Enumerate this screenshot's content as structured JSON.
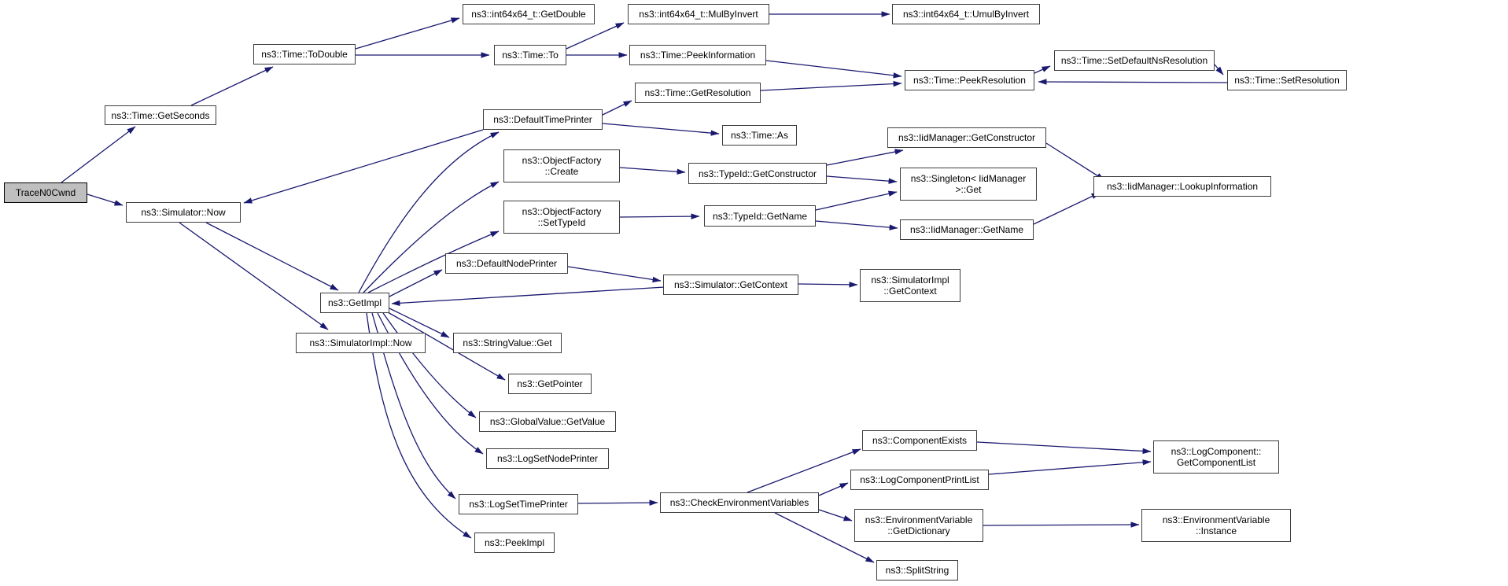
{
  "diagram": {
    "type": "call-graph",
    "root": "TraceN0Cwnd",
    "colors": {
      "edge": "#191970",
      "node_border": "#3d3d3d",
      "node_background": "#ffffff",
      "root_background": "#bfbfbf",
      "text": "#000000"
    }
  },
  "nodes": [
    {
      "id": "trace",
      "label": "TraceN0Cwnd"
    },
    {
      "id": "getseconds",
      "label": "ns3::Time::GetSeconds"
    },
    {
      "id": "todouble",
      "label": "ns3::Time::ToDouble"
    },
    {
      "id": "getdouble",
      "label": "ns3::int64x64_t::GetDouble"
    },
    {
      "id": "mulbyinvert",
      "label": "ns3::int64x64_t::MulByInvert"
    },
    {
      "id": "umulbyinvert",
      "label": "ns3::int64x64_t::UmulByInvert"
    },
    {
      "id": "time_to",
      "label": "ns3::Time::To"
    },
    {
      "id": "peekinformation",
      "label": "ns3::Time::PeekInformation"
    },
    {
      "id": "peekresolution",
      "label": "ns3::Time::PeekResolution"
    },
    {
      "id": "setdefaultnsresolution",
      "label": "ns3::Time::SetDefaultNsResolution"
    },
    {
      "id": "setresolution",
      "label": "ns3::Time::SetResolution"
    },
    {
      "id": "getresolution",
      "label": "ns3::Time::GetResolution"
    },
    {
      "id": "defaulttimeprinter",
      "label": "ns3::DefaultTimePrinter"
    },
    {
      "id": "time_as",
      "label": "ns3::Time::As"
    },
    {
      "id": "objectfactory_create",
      "label": "ns3::ObjectFactory\n::Create"
    },
    {
      "id": "objectfactory_settypeid",
      "label": "ns3::ObjectFactory\n::SetTypeId"
    },
    {
      "id": "typeid_getconstructor",
      "label": "ns3::TypeId::GetConstructor"
    },
    {
      "id": "typeid_getname",
      "label": "ns3::TypeId::GetName"
    },
    {
      "id": "iidmanager_getconstructor",
      "label": "ns3::IidManager::GetConstructor"
    },
    {
      "id": "singleton_get",
      "label": "ns3::Singleton< IidManager\n>::Get"
    },
    {
      "id": "iidmanager_getname",
      "label": "ns3::IidManager::GetName"
    },
    {
      "id": "iidmanager_lookupinformation",
      "label": "ns3::IidManager::LookupInformation"
    },
    {
      "id": "defaultnodeprinter",
      "label": "ns3::DefaultNodePrinter"
    },
    {
      "id": "simulator_getcontext",
      "label": "ns3::Simulator::GetContext"
    },
    {
      "id": "simulatorimpl_getcontext",
      "label": "ns3::SimulatorImpl\n::GetContext"
    },
    {
      "id": "getimpl",
      "label": "ns3::GetImpl"
    },
    {
      "id": "simulator_now",
      "label": "ns3::Simulator::Now"
    },
    {
      "id": "simulatorimpl_now",
      "label": "ns3::SimulatorImpl::Now"
    },
    {
      "id": "stringvalue_get",
      "label": "ns3::StringValue::Get"
    },
    {
      "id": "getpointer",
      "label": "ns3::GetPointer"
    },
    {
      "id": "globalvalue_getvalue",
      "label": "ns3::GlobalValue::GetValue"
    },
    {
      "id": "logsetnodeprinter",
      "label": "ns3::LogSetNodePrinter"
    },
    {
      "id": "logsettimeprinter",
      "label": "ns3::LogSetTimePrinter"
    },
    {
      "id": "peekimpl",
      "label": "ns3::PeekImpl"
    },
    {
      "id": "checkenvironmentvariables",
      "label": "ns3::CheckEnvironmentVariables"
    },
    {
      "id": "componentexists",
      "label": "ns3::ComponentExists"
    },
    {
      "id": "logcomponentprintlist",
      "label": "ns3::LogComponentPrintList"
    },
    {
      "id": "environmentvariable_getdictionary",
      "label": "ns3::EnvironmentVariable\n::GetDictionary"
    },
    {
      "id": "splitstring",
      "label": "ns3::SplitString"
    },
    {
      "id": "logcomponent_getcomponentlist",
      "label": "ns3::LogComponent::\nGetComponentList"
    },
    {
      "id": "environmentvariable_instance",
      "label": "ns3::EnvironmentVariable\n::Instance"
    }
  ],
  "edges": [
    {
      "from": "TraceN0Cwnd",
      "to": "ns3::Time::GetSeconds"
    },
    {
      "from": "TraceN0Cwnd",
      "to": "ns3::Simulator::Now"
    },
    {
      "from": "ns3::Time::GetSeconds",
      "to": "ns3::Time::ToDouble"
    },
    {
      "from": "ns3::Time::ToDouble",
      "to": "ns3::int64x64_t::GetDouble"
    },
    {
      "from": "ns3::Time::ToDouble",
      "to": "ns3::Time::To"
    },
    {
      "from": "ns3::Time::To",
      "to": "ns3::int64x64_t::MulByInvert"
    },
    {
      "from": "ns3::Time::To",
      "to": "ns3::Time::PeekInformation"
    },
    {
      "from": "ns3::int64x64_t::MulByInvert",
      "to": "ns3::int64x64_t::UmulByInvert"
    },
    {
      "from": "ns3::Time::PeekInformation",
      "to": "ns3::Time::PeekResolution"
    },
    {
      "from": "ns3::Time::GetResolution",
      "to": "ns3::Time::PeekResolution"
    },
    {
      "from": "ns3::Time::PeekResolution",
      "to": "ns3::Time::SetDefaultNsResolution"
    },
    {
      "from": "ns3::Time::SetDefaultNsResolution",
      "to": "ns3::Time::SetResolution"
    },
    {
      "from": "ns3::Time::SetResolution",
      "to": "ns3::Time::PeekResolution"
    },
    {
      "from": "ns3::DefaultTimePrinter",
      "to": "ns3::Time::GetResolution"
    },
    {
      "from": "ns3::DefaultTimePrinter",
      "to": "ns3::Time::As"
    },
    {
      "from": "ns3::DefaultTimePrinter",
      "to": "ns3::Simulator::Now"
    },
    {
      "from": "ns3::Simulator::Now",
      "to": "ns3::GetImpl"
    },
    {
      "from": "ns3::Simulator::Now",
      "to": "ns3::SimulatorImpl::Now"
    },
    {
      "from": "ns3::GetImpl",
      "to": "ns3::DefaultTimePrinter"
    },
    {
      "from": "ns3::GetImpl",
      "to": "ns3::ObjectFactory::Create"
    },
    {
      "from": "ns3::GetImpl",
      "to": "ns3::ObjectFactory::SetTypeId"
    },
    {
      "from": "ns3::GetImpl",
      "to": "ns3::DefaultNodePrinter"
    },
    {
      "from": "ns3::GetImpl",
      "to": "ns3::StringValue::Get"
    },
    {
      "from": "ns3::GetImpl",
      "to": "ns3::GetPointer"
    },
    {
      "from": "ns3::GetImpl",
      "to": "ns3::GlobalValue::GetValue"
    },
    {
      "from": "ns3::GetImpl",
      "to": "ns3::LogSetNodePrinter"
    },
    {
      "from": "ns3::GetImpl",
      "to": "ns3::LogSetTimePrinter"
    },
    {
      "from": "ns3::GetImpl",
      "to": "ns3::PeekImpl"
    },
    {
      "from": "ns3::ObjectFactory::Create",
      "to": "ns3::TypeId::GetConstructor"
    },
    {
      "from": "ns3::TypeId::GetConstructor",
      "to": "ns3::IidManager::GetConstructor"
    },
    {
      "from": "ns3::TypeId::GetConstructor",
      "to": "ns3::Singleton< IidManager >::Get"
    },
    {
      "from": "ns3::IidManager::GetConstructor",
      "to": "ns3::IidManager::LookupInformation"
    },
    {
      "from": "ns3::ObjectFactory::SetTypeId",
      "to": "ns3::TypeId::GetName"
    },
    {
      "from": "ns3::TypeId::GetName",
      "to": "ns3::Singleton< IidManager >::Get"
    },
    {
      "from": "ns3::TypeId::GetName",
      "to": "ns3::IidManager::GetName"
    },
    {
      "from": "ns3::IidManager::GetName",
      "to": "ns3::IidManager::LookupInformation"
    },
    {
      "from": "ns3::DefaultNodePrinter",
      "to": "ns3::Simulator::GetContext"
    },
    {
      "from": "ns3::Simulator::GetContext",
      "to": "ns3::GetImpl"
    },
    {
      "from": "ns3::Simulator::GetContext",
      "to": "ns3::SimulatorImpl::GetContext"
    },
    {
      "from": "ns3::LogSetTimePrinter",
      "to": "ns3::CheckEnvironmentVariables"
    },
    {
      "from": "ns3::CheckEnvironmentVariables",
      "to": "ns3::ComponentExists"
    },
    {
      "from": "ns3::CheckEnvironmentVariables",
      "to": "ns3::LogComponentPrintList"
    },
    {
      "from": "ns3::CheckEnvironmentVariables",
      "to": "ns3::EnvironmentVariable::GetDictionary"
    },
    {
      "from": "ns3::CheckEnvironmentVariables",
      "to": "ns3::SplitString"
    },
    {
      "from": "ns3::ComponentExists",
      "to": "ns3::LogComponent::GetComponentList"
    },
    {
      "from": "ns3::LogComponentPrintList",
      "to": "ns3::LogComponent::GetComponentList"
    },
    {
      "from": "ns3::EnvironmentVariable::GetDictionary",
      "to": "ns3::EnvironmentVariable::Instance"
    },
    {
      "from": "ns3::EnvironmentVariable::GetDictionary",
      "to": "ns3::EnvironmentVariable::Instance"
    }
  ]
}
